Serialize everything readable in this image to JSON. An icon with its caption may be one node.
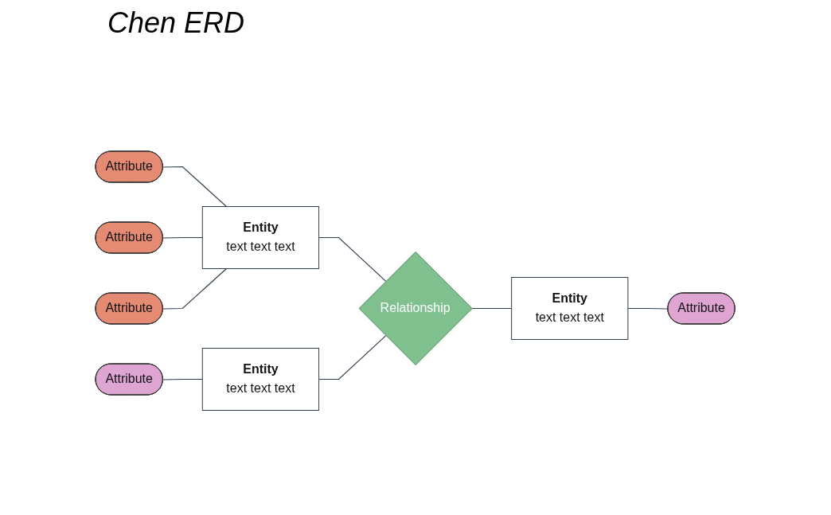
{
  "diagram": {
    "title": "Chen ERD",
    "nodes": [
      {
        "text": [
          "Attribute"
        ]
      },
      {
        "text": [
          "Attribute"
        ]
      },
      {
        "text": [
          "Attribute"
        ]
      },
      {
        "text": [
          "Entity",
          "text text text"
        ]
      },
      {
        "text": [
          "Attribute"
        ]
      },
      {
        "text": [
          "Entity",
          "text text text"
        ]
      },
      {
        "text": [
          "Relationship"
        ]
      },
      {
        "text": [
          "Entity",
          "text text text"
        ]
      },
      {
        "text": [
          "Attribute"
        ]
      }
    ],
    "edges": [
      {
        "from": 0,
        "to": 3,
        "arrow": "none"
      },
      {
        "from": 1,
        "to": 3,
        "arrow": "none"
      },
      {
        "from": 2,
        "to": 3,
        "arrow": "none"
      },
      {
        "from": 3,
        "to": 6,
        "arrow": "none"
      },
      {
        "from": 4,
        "to": 5,
        "arrow": "none"
      },
      {
        "from": 5,
        "to": 6,
        "arrow": "none"
      },
      {
        "from": 6,
        "to": 7,
        "arrow": "none"
      },
      {
        "from": 7,
        "to": 8,
        "arrow": "none"
      }
    ]
  }
}
